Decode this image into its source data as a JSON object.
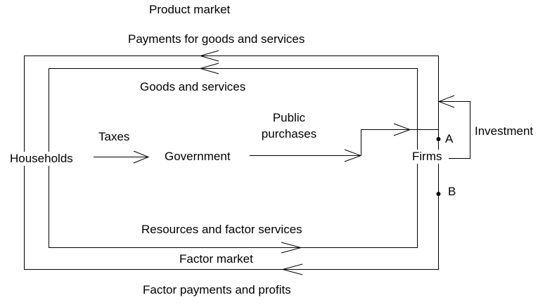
{
  "diagram": {
    "title": "Product market",
    "flows": {
      "payments_goods": "Payments for goods and services",
      "goods_services": "Goods and services",
      "taxes": "Taxes",
      "public_purchases_line1": "Public",
      "public_purchases_line2": "purchases",
      "investment": "Investment",
      "resources": "Resources and factor services",
      "factor_market": "Factor market",
      "factor_payments": "Factor payments and profits"
    },
    "nodes": {
      "households": "Households",
      "government": "Government",
      "firms": "Firms",
      "point_a": "A",
      "point_b": "B"
    },
    "colors": {
      "line": "#000000",
      "background": "#ffffff"
    }
  }
}
